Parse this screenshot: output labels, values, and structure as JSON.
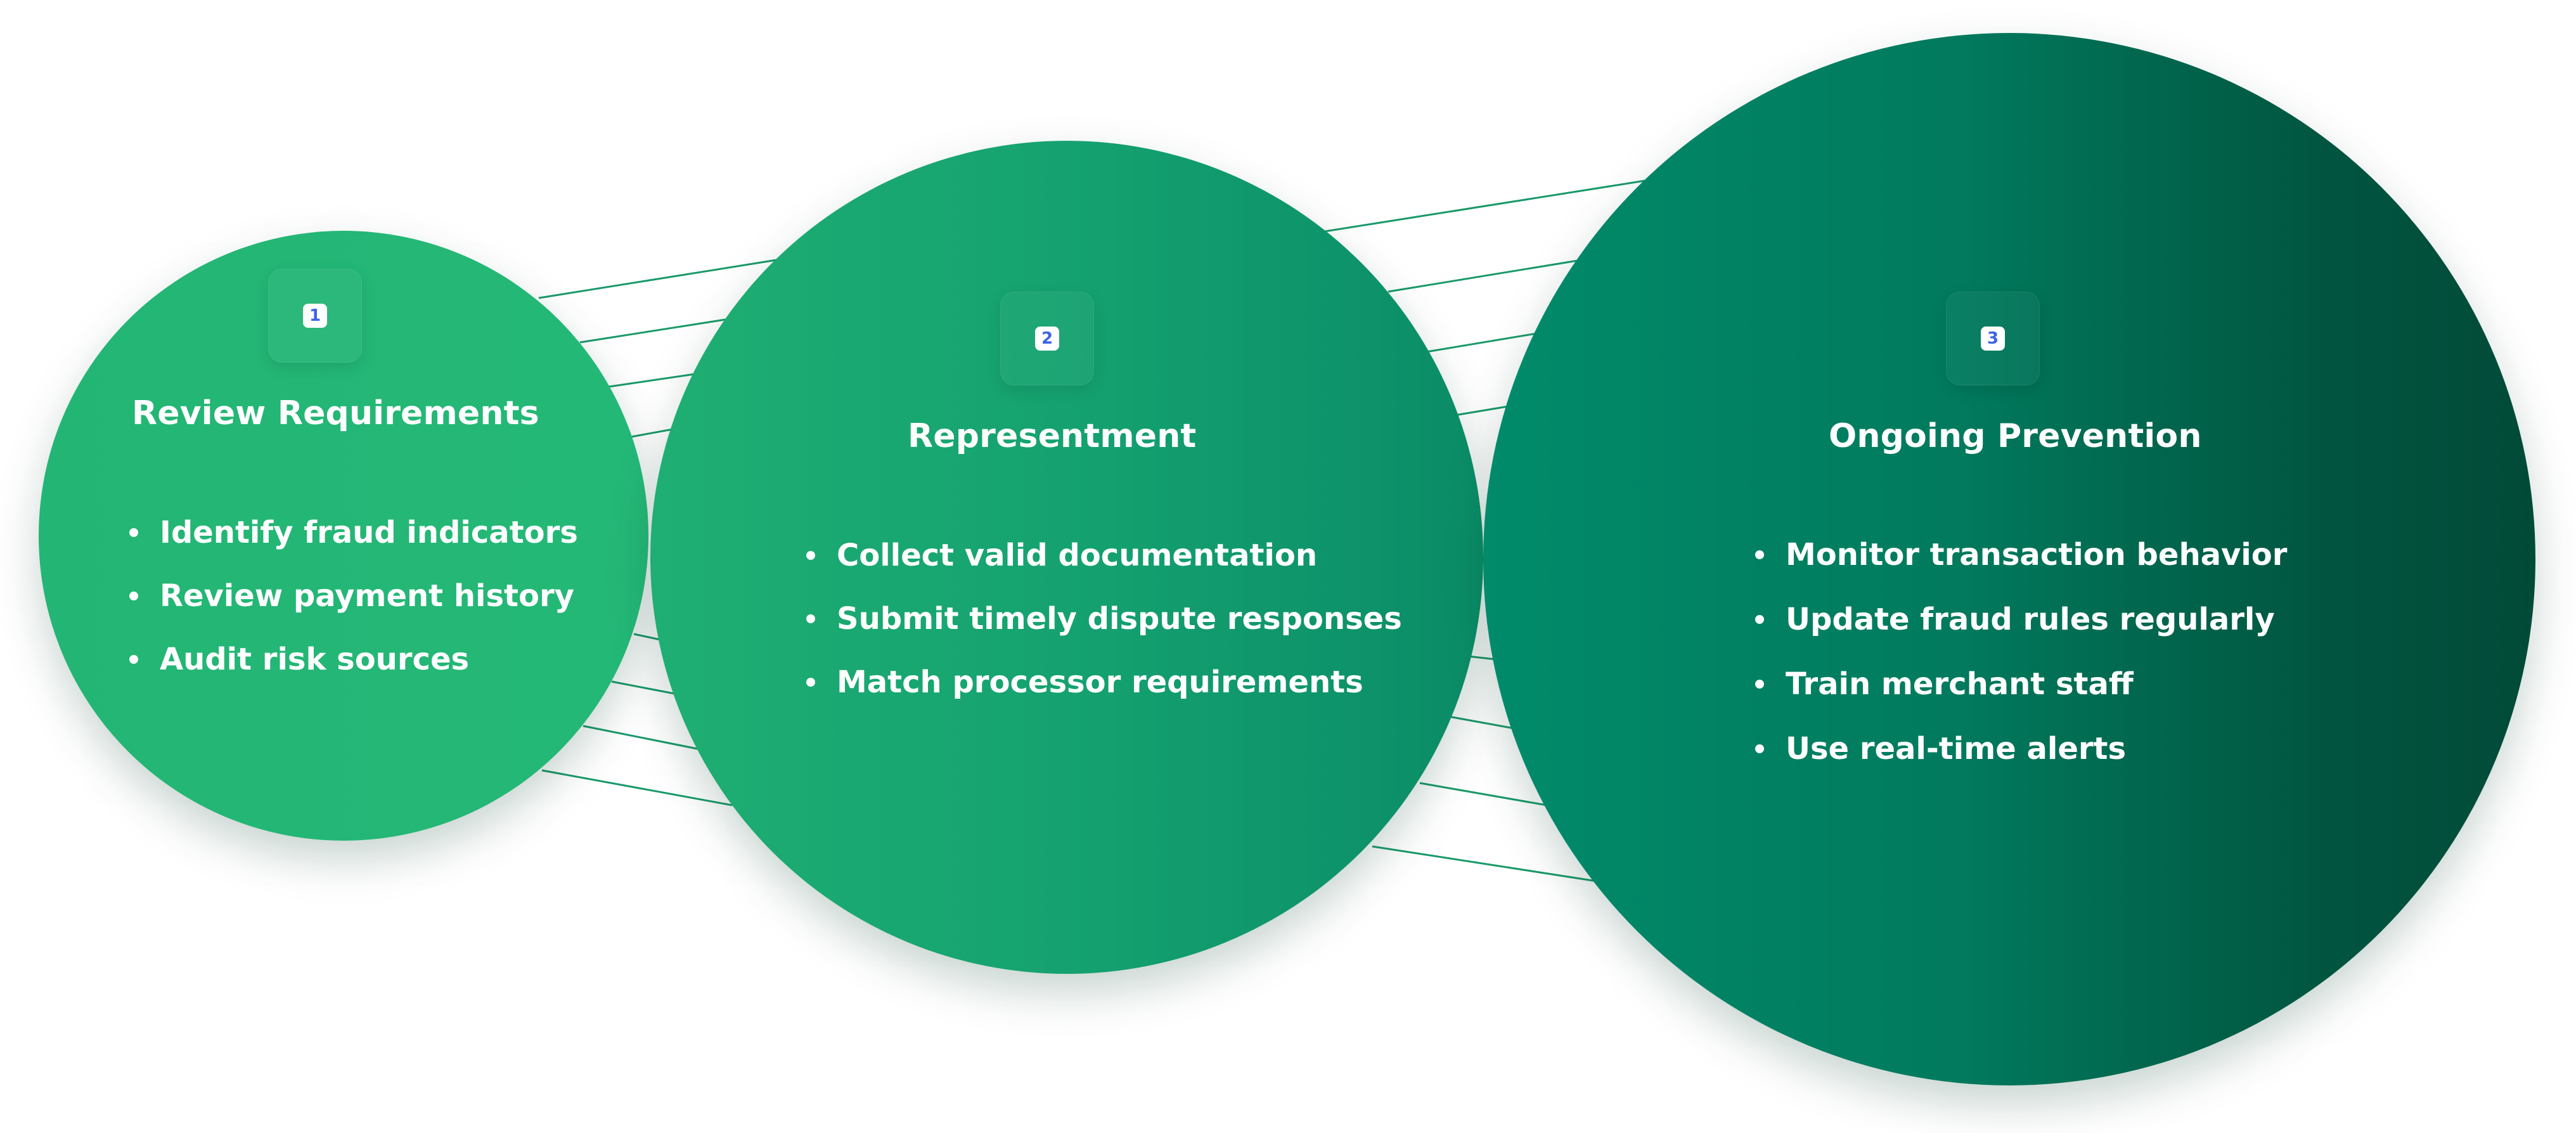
{
  "steps": [
    {
      "number": "1",
      "title": "Review Requirements",
      "items": [
        "Identify fraud indicators",
        "Review payment history",
        "Audit risk sources"
      ]
    },
    {
      "number": "2",
      "title": "Representment",
      "items": [
        "Collect valid documentation",
        "Submit timely dispute responses",
        "Match processor requirements"
      ]
    },
    {
      "number": "3",
      "title": "Ongoing Prevention",
      "items": [
        "Monitor transaction behavior",
        "Update fraud rules regularly",
        "Train merchant staff",
        "Use real-time alerts"
      ]
    }
  ],
  "colors": {
    "step1": "#24b675",
    "step2": "#15a270",
    "step3": "#01795c",
    "step3_dark": "#014a38",
    "connector": "#1a9a6a",
    "badge_number": "#3c63e6"
  }
}
